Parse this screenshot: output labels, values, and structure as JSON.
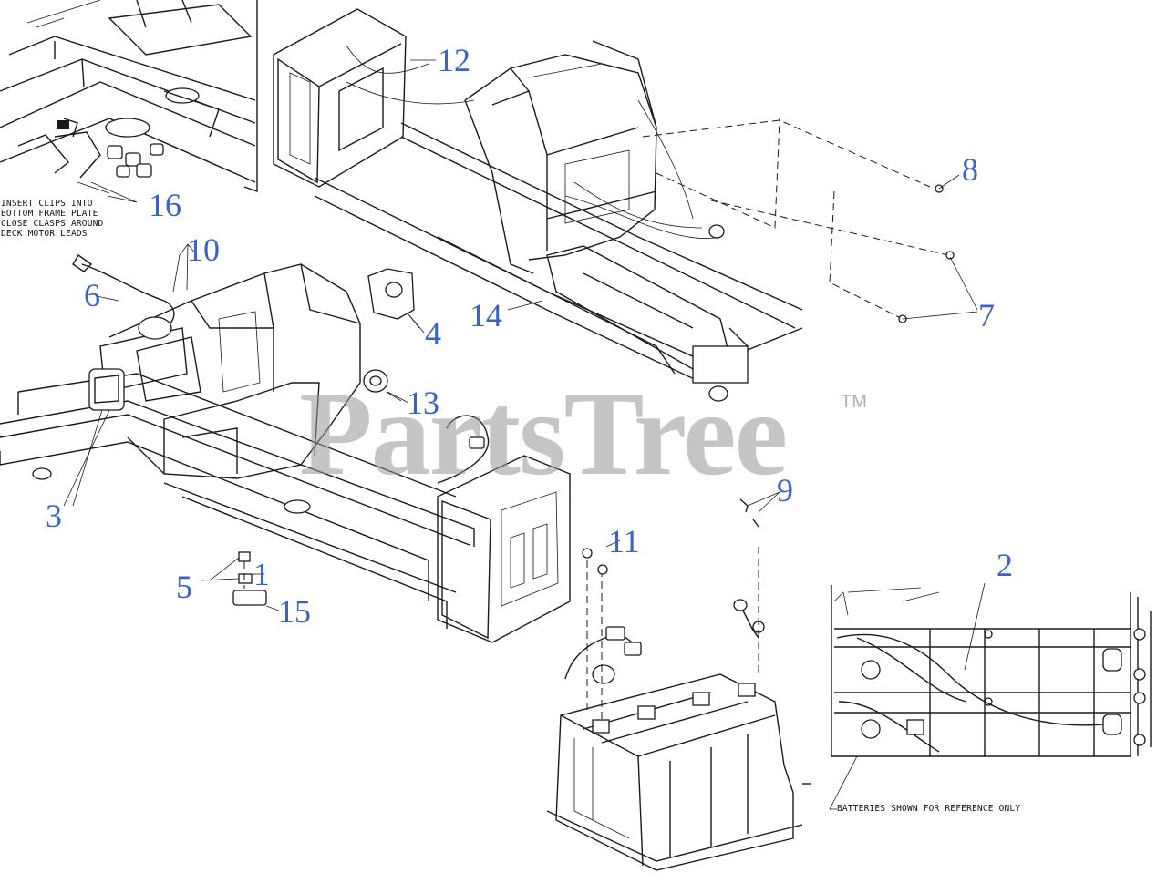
{
  "watermark": {
    "brand": "PartsTree",
    "trademark": "TM"
  },
  "callouts": [
    "1",
    "2",
    "3",
    "4",
    "5",
    "6",
    "7",
    "8",
    "9",
    "10",
    "11",
    "12",
    "13",
    "14",
    "15",
    "16"
  ],
  "notes": {
    "clips": "INSERT CLIPS INTO\nBOTTOM FRAME PLATE\nCLOSE CLASPS AROUND\nDECK MOTOR LEADS",
    "batteries": "BATTERIES SHOWN FOR REFERENCE ONLY"
  },
  "colors": {
    "callout": "#3b63c4",
    "line": "#1a1a1a",
    "watermark": "#969696"
  }
}
